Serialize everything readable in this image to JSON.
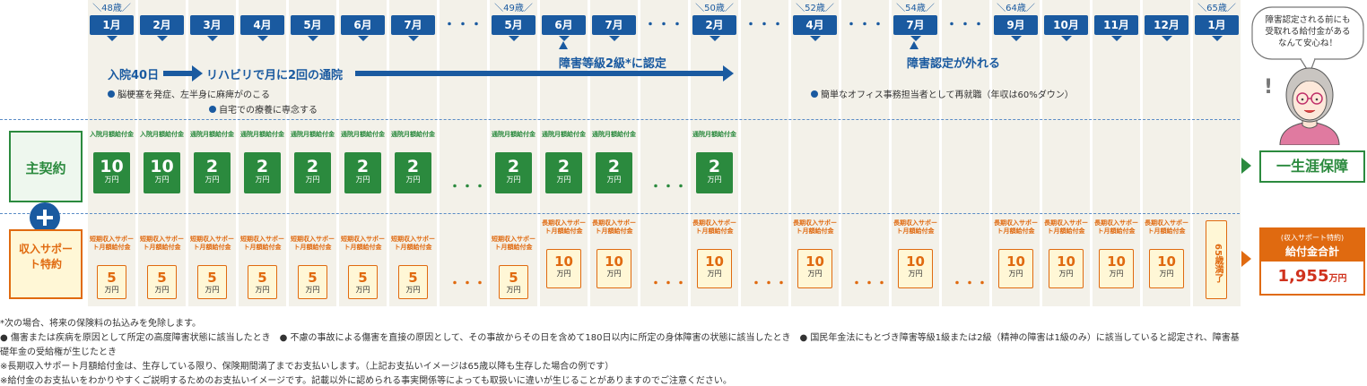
{
  "timeline": {
    "columns": [
      {
        "month": "1月",
        "age": "＼48歳／"
      },
      {
        "month": "2月",
        "age": ""
      },
      {
        "month": "3月",
        "age": ""
      },
      {
        "month": "4月",
        "age": ""
      },
      {
        "month": "5月",
        "age": ""
      },
      {
        "month": "6月",
        "age": ""
      },
      {
        "month": "7月",
        "age": ""
      },
      {
        "month": "・・・",
        "age": ""
      },
      {
        "month": "5月",
        "age": "＼49歳／"
      },
      {
        "month": "6月",
        "age": ""
      },
      {
        "month": "7月",
        "age": ""
      },
      {
        "month": "・・・",
        "age": ""
      },
      {
        "month": "2月",
        "age": "＼50歳／"
      },
      {
        "month": "・・・",
        "age": ""
      },
      {
        "month": "4月",
        "age": "＼52歳／"
      },
      {
        "month": "・・・",
        "age": ""
      },
      {
        "month": "7月",
        "age": "＼54歳／"
      },
      {
        "month": "・・・",
        "age": ""
      },
      {
        "month": "9月",
        "age": "＼64歳／"
      },
      {
        "month": "10月",
        "age": ""
      },
      {
        "month": "11月",
        "age": ""
      },
      {
        "month": "12月",
        "age": ""
      },
      {
        "month": "1月",
        "age": "＼65歳／"
      }
    ]
  },
  "events": {
    "hospital": "入院40日",
    "rehab": "リハビリで月に2回の通院",
    "disability": "障害等級2級*に認定",
    "removed": "障害認定が外れる",
    "note1": "脳梗塞を発症、左半身に麻痺がのこる",
    "note2": "自宅での療養に専念する",
    "note3": "簡単なオフィス事務担当者として再就職（年収は60%ダウン）"
  },
  "speech": "障害認定される前にも受取れる給付金があるなんて安心ね！",
  "main_contract": {
    "label": "主契約",
    "hospital_label": "入院月額給付金",
    "outpatient_label": "通院月額給付金",
    "unit": "万円",
    "hospital_value": "10",
    "outpatient_value": "2",
    "result": "一生涯保障"
  },
  "income_support": {
    "label": "収入サポート特約",
    "short_label": "短期収入サポート月額給付金",
    "long_label": "長期収入サポート月額給付金",
    "unit": "万円",
    "short_value": "5",
    "long_value": "10",
    "expiry": "65歳満了",
    "total_title": "(収入サポート特約)",
    "total_label": "給付金合計",
    "total_value": "1,955",
    "total_unit": "万円"
  },
  "dots": "・・・",
  "notes": {
    "n1": "*次の場合、将来の保険料の払込みを免除します。",
    "n2a": "● 傷害または疾病を原因として所定の高度障害状態に該当したとき",
    "n2b": "● 不慮の事故による傷害を直接の原因として、その事故からその日を含めて180日以内に所定の身体障害の状態に該当したとき",
    "n2c": "● 国民年金法にもとづき障害等級1級または2級（精神の障害は1級のみ）に該当していると認定され、障害基",
    "n3": "礎年金の受給権が生じたとき",
    "n4": "※長期収入サポート月額給付金は、生存している限り、保険期間満了までお支払いします。（上記お支払いイメージは65歳以降も生存した場合の例です）",
    "n5": "※給付金のお支払いをわかりやすくご説明するためのお支払いイメージです。記載以外に認められる事実関係等によっても取扱いに違いが生じることがありますのでご注意ください。"
  },
  "colors": {
    "blue": "#1a5aa0",
    "green": "#2b8a3e",
    "orange": "#e06a10"
  }
}
